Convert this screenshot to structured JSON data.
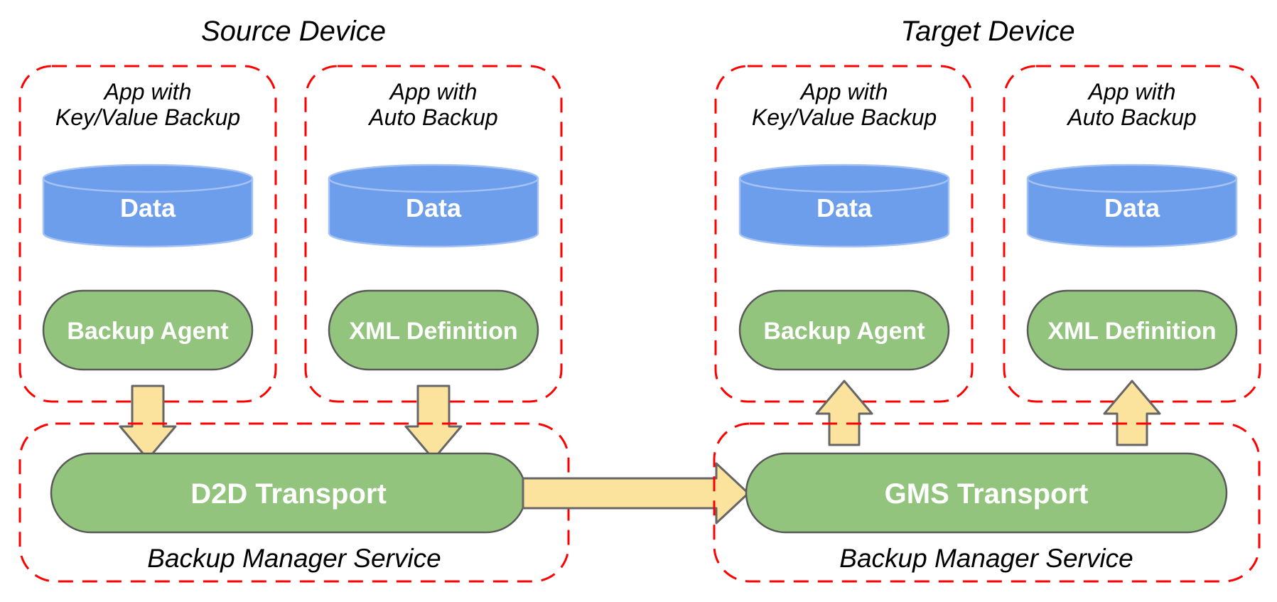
{
  "colors": {
    "background": "#ffffff",
    "dash-red": "#ff0000",
    "cylinder-blue": "#6d9eeb",
    "cylinder-rim": "#a4c2f4",
    "pill-green": "#93c47d",
    "pill-border": "#595959",
    "arrow-yellow": "#fbe39e",
    "arrow-border": "#666666",
    "text-dark": "#000000",
    "text-light": "#ffffff"
  },
  "source_device": {
    "title": "Source Device",
    "apps": [
      {
        "name_line1": "App with",
        "name_line2": "Key/Value Backup",
        "data_label": "Data",
        "component": "Backup Agent"
      },
      {
        "name_line1": "App with",
        "name_line2": "Auto Backup",
        "data_label": "Data",
        "component": "XML Definition"
      }
    ],
    "manager": {
      "transport": "D2D Transport",
      "service": "Backup Manager Service"
    }
  },
  "target_device": {
    "title": "Target Device",
    "apps": [
      {
        "name_line1": "App with",
        "name_line2": "Key/Value Backup",
        "data_label": "Data",
        "component": "Backup Agent"
      },
      {
        "name_line1": "App with",
        "name_line2": "Auto Backup",
        "data_label": "Data",
        "component": "XML Definition"
      }
    ],
    "manager": {
      "transport": "GMS Transport",
      "service": "Backup Manager Service"
    }
  }
}
